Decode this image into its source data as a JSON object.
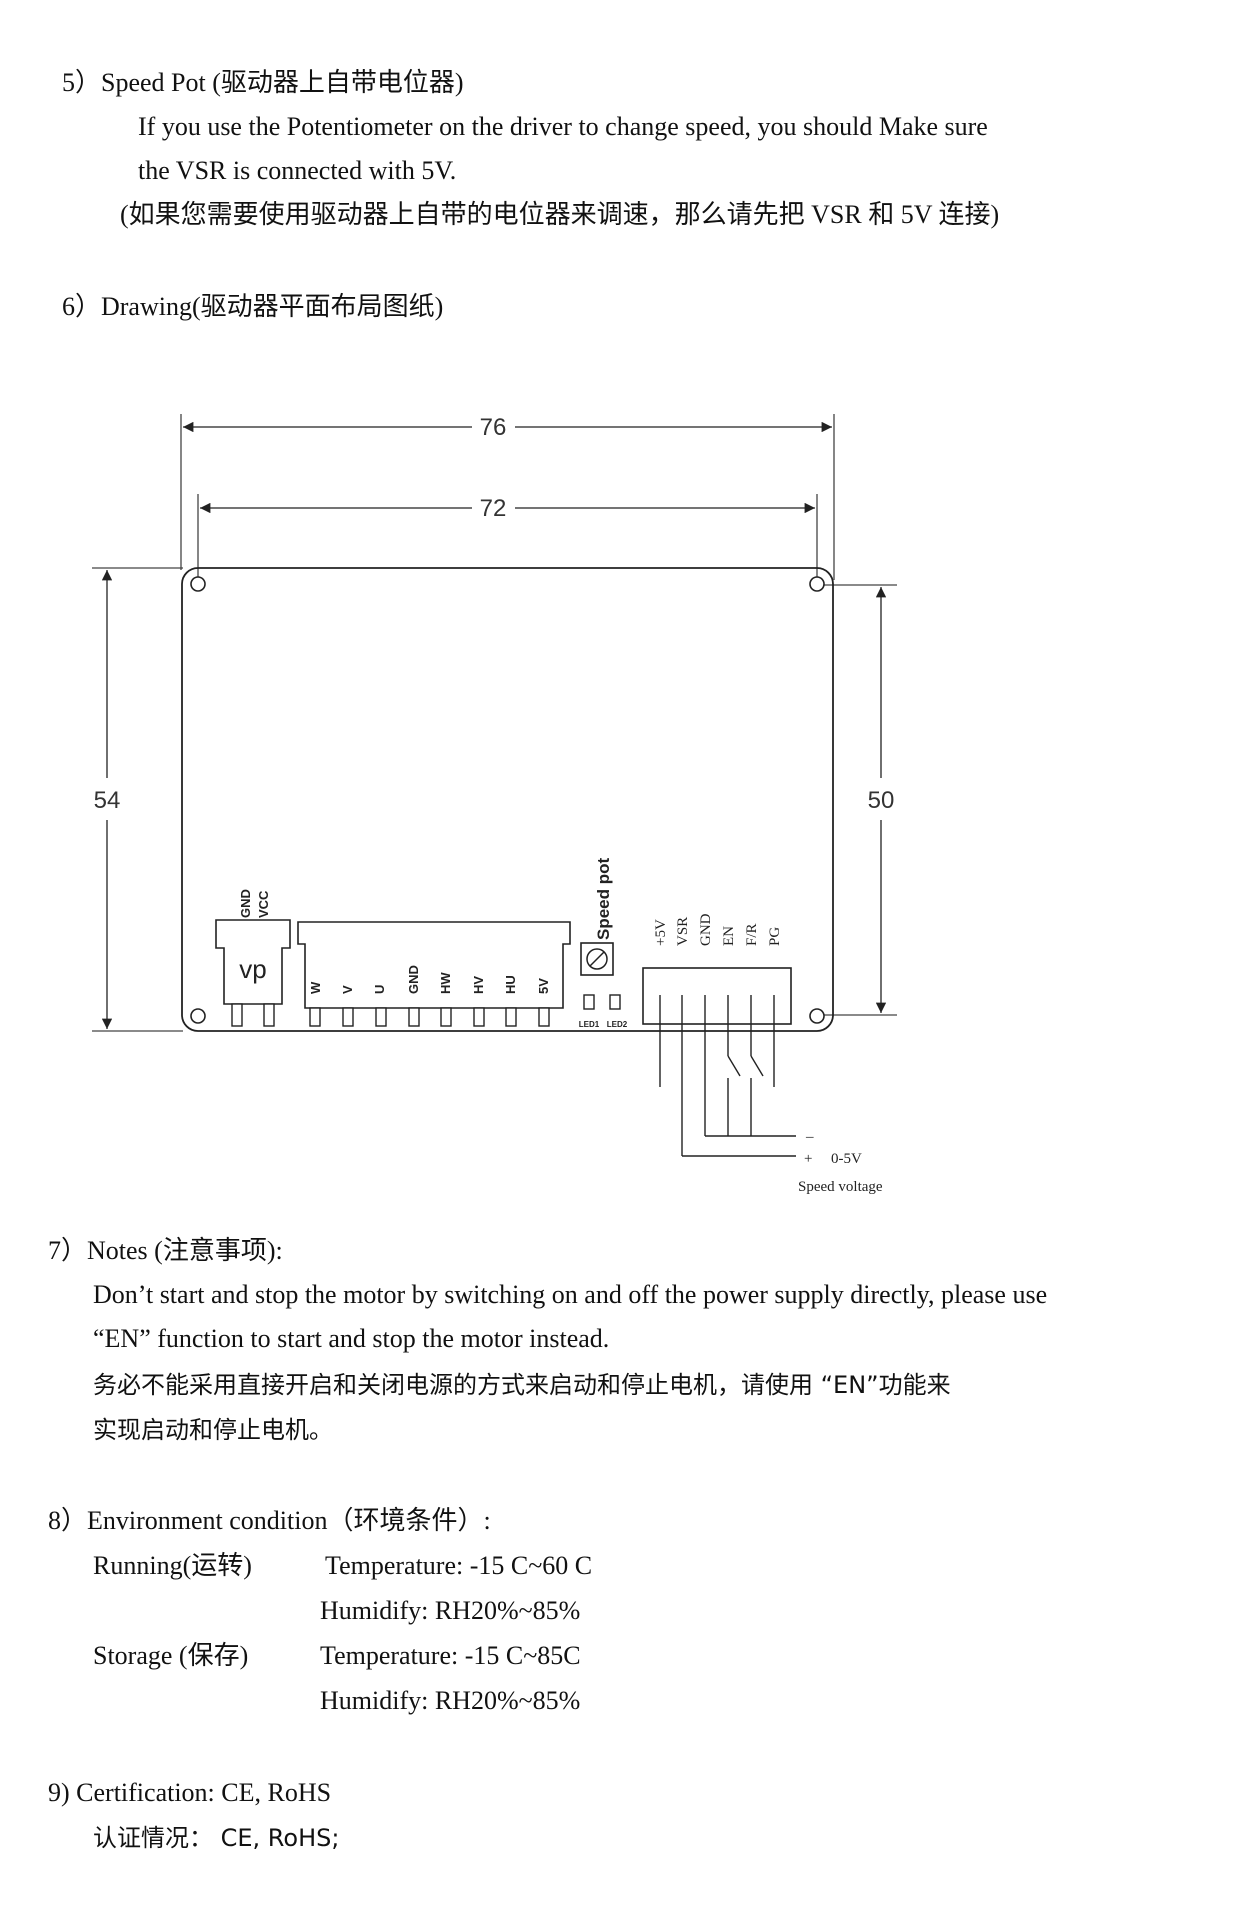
{
  "sec5": {
    "heading": "5）Speed Pot (驱动器上自带电位器)",
    "line1": "If you use the Potentiometer on the driver to change speed, you should Make sure",
    "line2": "the VSR is connected with 5V.",
    "line3": "(如果您需要使用驱动器上自带的电位器来调速，那么请先把 VSR 和 5V 连接)"
  },
  "sec6": {
    "heading": "6）Drawing(驱动器平面布局图纸)"
  },
  "drawing": {
    "dim_outer_width": "76",
    "dim_inner_width": "72",
    "dim_outer_height": "54",
    "dim_inner_height": "50",
    "power_labels": [
      "GND",
      "VCC"
    ],
    "power_connector_label": "vp",
    "motor_pins": [
      "W",
      "V",
      "U",
      "GND",
      "HW",
      "HV",
      "HU",
      "5V"
    ],
    "speed_pot_label": "Speed pot",
    "led_labels": [
      "LED1",
      "LED2"
    ],
    "signal_pins": [
      "+5V",
      "VSR",
      "GND",
      "EN",
      "F/R",
      "PG"
    ],
    "minus_label": "–",
    "plus_label": "+",
    "range_label": "0-5V",
    "speed_voltage_label": "Speed voltage"
  },
  "sec7": {
    "heading": "7）Notes (注意事项):",
    "line1": "Don’t start and stop the motor by switching on and off the power supply directly, please use",
    "line2": "“EN” function to start and stop the motor instead.",
    "line3": "务必不能采用直接开启和关闭电源的方式来启动和停止电机，请使用 “EN”功能来",
    "line4": "实现启动和停止电机。"
  },
  "sec8": {
    "heading": "8）Environment condition（环境条件）:",
    "running_label": "Running(运转)",
    "running_temp": "Temperature: -15 C~60 C",
    "running_humid": "Humidify: RH20%~85%",
    "storage_label": "Storage (保存)",
    "storage_temp": "Temperature: -15 C~85C",
    "storage_humid": "Humidify: RH20%~85%"
  },
  "sec9": {
    "heading": "9) Certification: CE, RoHS",
    "line1": "认证情况：  CE, RoHS;"
  }
}
